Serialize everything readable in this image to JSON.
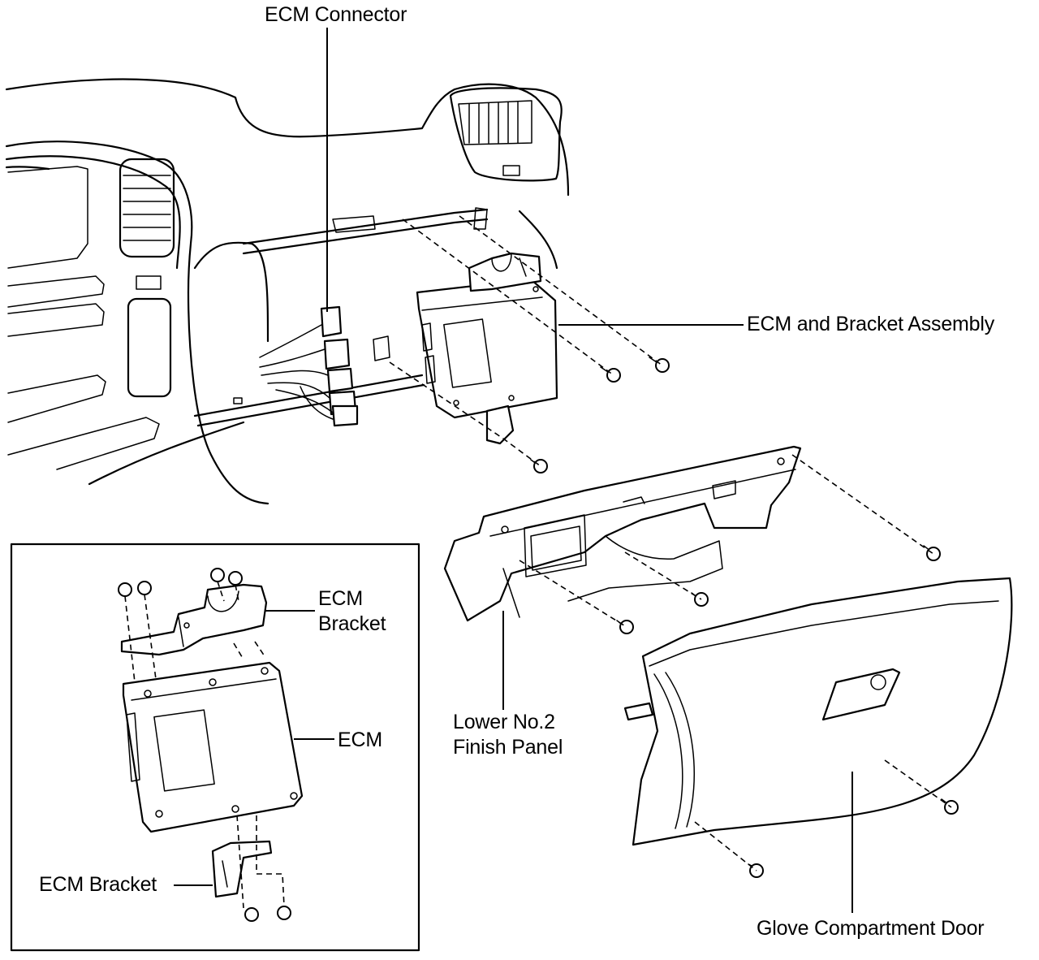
{
  "labels": {
    "ecm_connector": "ECM Connector",
    "ecm_bracket_assembly": "ECM and Bracket Assembly",
    "ecm_bracket_top_line1": "ECM",
    "ecm_bracket_top_line2": "Bracket",
    "ecm": "ECM",
    "ecm_bracket_bottom": "ECM Bracket",
    "lower_panel_line1": "Lower No.2",
    "lower_panel_line2": "Finish Panel",
    "glove_door": "Glove Compartment Door"
  },
  "colors": {
    "line": "#000000",
    "background": "#ffffff"
  }
}
